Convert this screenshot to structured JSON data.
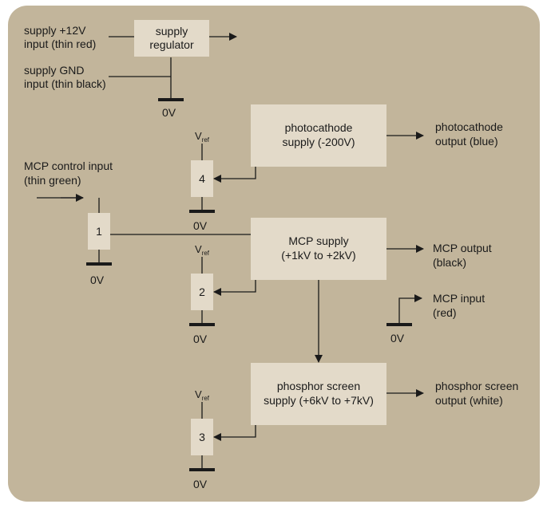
{
  "colors": {
    "background": "#c2b59b",
    "box_fill": "#e3dac9",
    "line": "#1a1a1a"
  },
  "blocks": {
    "regulator": [
      "supply",
      "regulator"
    ],
    "photocathode": [
      "photocathode",
      "supply (-200V)"
    ],
    "mcp": [
      "MCP supply",
      "(+1kV to +2kV)"
    ],
    "phosphor": [
      "phosphor screen",
      "supply (+6kV to +7kV)"
    ]
  },
  "inputs": {
    "supply_12v": [
      "supply +12V",
      "input (thin red)"
    ],
    "supply_gnd": [
      "supply GND",
      "input (thin black)"
    ],
    "mcp_control": [
      "MCP control input",
      "(thin green)"
    ],
    "mcp_input": [
      "MCP input",
      "(red)"
    ]
  },
  "outputs": {
    "photocathode": [
      "photocathode",
      "output (blue)"
    ],
    "mcp": [
      "MCP output",
      "(black)"
    ],
    "phosphor": [
      "phosphor screen",
      "output (white)"
    ]
  },
  "potentiometers": {
    "p1": "1",
    "p2": "2",
    "p3": "3",
    "p4": "4"
  },
  "vref": {
    "main": "V",
    "sub": "ref"
  },
  "ground_label": "0V"
}
